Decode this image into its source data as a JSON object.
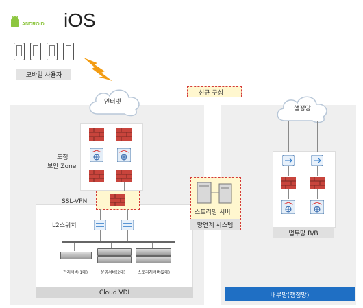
{
  "header": {
    "android_label": "ANDROID",
    "ios_label": "iOS"
  },
  "mobile_users": {
    "label": "모바일 사용자"
  },
  "internet": {
    "label": "인터넷"
  },
  "admin_net": {
    "label": "행정망"
  },
  "new_config": {
    "label": "신규 구성"
  },
  "dmz": {
    "label_line1": "도청",
    "label_line2": "보안 Zone"
  },
  "ssl_vpn": {
    "label": "SSL-VPN"
  },
  "l2_switch": {
    "label": "L2스위치"
  },
  "servers": {
    "management": "관리서버(1대)",
    "operation": "운영서버(2대)",
    "storage": "스토리지서버(2대)"
  },
  "streaming": {
    "label": "스트리밍 서버"
  },
  "link_system": {
    "label": "망연계 시스템"
  },
  "business_bb": {
    "label": "업무망 B/B"
  },
  "cloud_vdi": {
    "label": "Cloud VDI"
  },
  "internal_net": {
    "label": "내부망(행정망)"
  },
  "colors": {
    "zone_bg": "#efefef",
    "firewall_red": "#c8443c",
    "highlight_yellow": "#fff7cf",
    "highlight_border": "#d43a3a",
    "internal_blue": "#1f6fc4",
    "cloud_vdi_bar": "#d6d6d6",
    "android_green": "#8dc63f"
  }
}
